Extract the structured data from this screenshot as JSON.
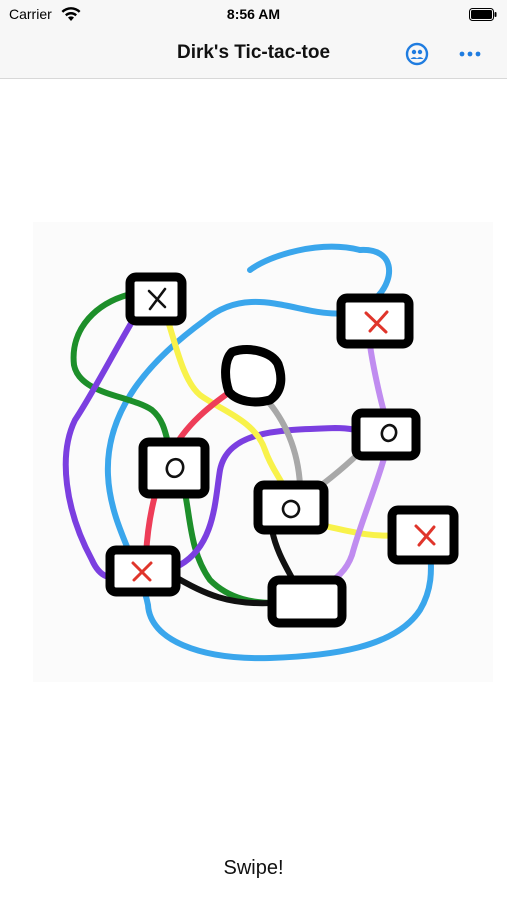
{
  "status": {
    "carrier": "Carrier",
    "time": "8:56 AM"
  },
  "nav": {
    "title": "Dirk's Tic-tac-toe",
    "accent": "#1f7ce0"
  },
  "board": {
    "marks": [
      "X",
      "X",
      "",
      "O",
      "O",
      "O",
      "X",
      "X",
      ""
    ],
    "line_colors": [
      "#3aa6ec",
      "#1d8f2a",
      "#7b3fe0",
      "#f8f24a",
      "#ee3d58",
      "#a8a8a8",
      "#c08cf0",
      "#111111"
    ]
  },
  "footer": {
    "hint": "Swipe!"
  }
}
